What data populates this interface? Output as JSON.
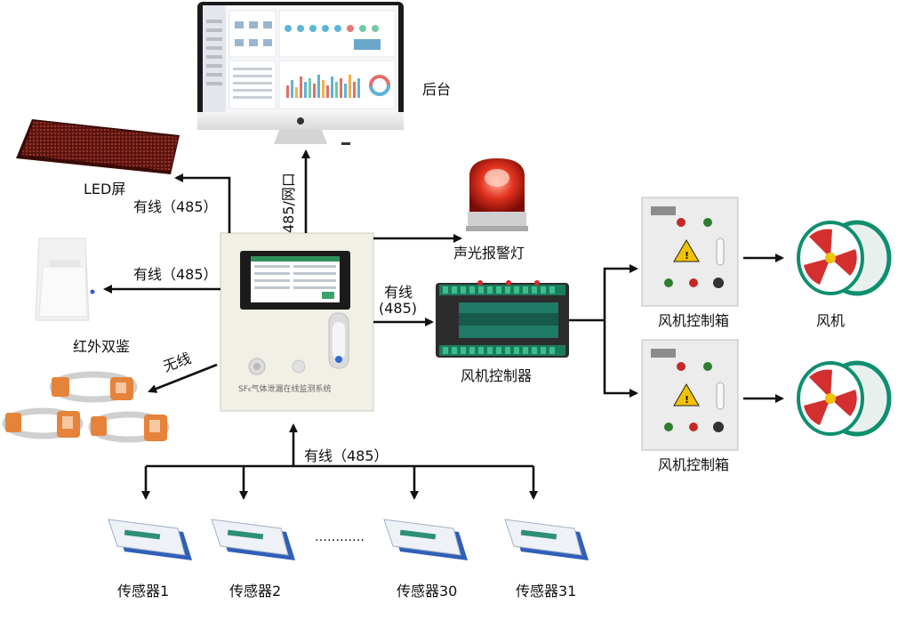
{
  "labels": {
    "backend": "后台",
    "led_screen": "LED屏",
    "alarm_light": "声光报警灯",
    "infrared": "红外双鉴",
    "fan_controller": "风机控制器",
    "fan_box_1": "风机控制箱",
    "fan_box_2": "风机控制箱",
    "fan": "风机",
    "sensor_1": "传感器1",
    "sensor_2": "传感器2",
    "sensor_30": "传感器30",
    "sensor_31": "传感器31",
    "ellipsis": "…………"
  },
  "connections": {
    "to_led": "有线（485）",
    "to_infrared": "有线（485）",
    "to_backend": "485/网口",
    "to_fan_controller_line1": "有线",
    "to_fan_controller_line2": "(485)",
    "wireless": "无线",
    "sensor_bus": "有线（485）"
  },
  "panel": {
    "caption": "SF₆气体泄漏在线监测系统"
  },
  "colors": {
    "arrow": "#111111",
    "panel": "#f1efe6",
    "screen_bezel": "#1b1b1b",
    "alarm_red": "#d8261c",
    "cabinet": "#e9e9e9",
    "fan_ring": "#0e8f6e",
    "sensor_blue": "#2f5fb8",
    "led_panel": "#6e1c16",
    "controller_green": "#1f7a66",
    "band_orange": "#e6833a"
  }
}
